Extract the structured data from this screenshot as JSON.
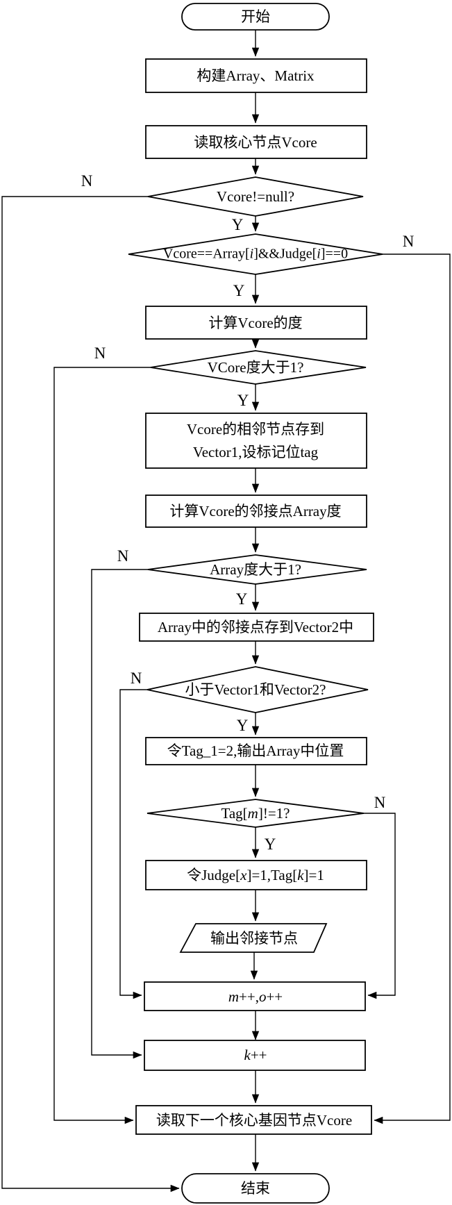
{
  "diagram": {
    "background": "#ffffff",
    "stroke_color": "#000000",
    "branch_labels": {
      "yes": "Y",
      "no": "N"
    },
    "nodes": {
      "start": {
        "type": "terminator",
        "label": "开始"
      },
      "build_array_matrix": {
        "type": "process",
        "label": "构建Array、Matrix"
      },
      "read_core_node": {
        "type": "process",
        "label": "读取核心节点Vcore"
      },
      "decision_vcore_not_null": {
        "type": "decision",
        "label": "Vcore!=null?"
      },
      "decision_vcore_match": {
        "type": "decision",
        "rich": [
          [
            "Vcore==Array[",
            false
          ],
          [
            "i",
            true
          ],
          [
            "]&&Judge[",
            false
          ],
          [
            "i",
            true
          ],
          [
            "]==0",
            false
          ]
        ]
      },
      "calc_vcore_degree": {
        "type": "process",
        "label": "计算Vcore的度"
      },
      "decision_vcore_degree": {
        "type": "decision",
        "label": "VCore度大于1?"
      },
      "store_vector1": {
        "type": "process",
        "lines": [
          "Vcore的相邻节点存到",
          "Vector1,设标记位tag"
        ]
      },
      "calc_adjacent_degree": {
        "type": "process",
        "label": "计算Vcore的邻接点Array度"
      },
      "decision_array_degree": {
        "type": "decision",
        "label": "Array度大于1?"
      },
      "store_vector2": {
        "type": "process",
        "label": "Array中的邻接点存到Vector2中"
      },
      "decision_less_than_vectors": {
        "type": "decision",
        "label": "小于Vector1和Vector2?"
      },
      "set_tag1_output": {
        "type": "process",
        "label": "令Tag_1=2,输出Array中位置"
      },
      "decision_tag_m": {
        "type": "decision",
        "rich": [
          [
            "Tag[",
            false
          ],
          [
            "m",
            true
          ],
          [
            "]!=1?",
            false
          ]
        ]
      },
      "set_judge_tag": {
        "type": "process",
        "rich": [
          [
            "令Judge[",
            false
          ],
          [
            "x",
            true
          ],
          [
            "]=1,Tag[",
            false
          ],
          [
            "k",
            true
          ],
          [
            "]=1",
            false
          ]
        ]
      },
      "output_adjacent": {
        "type": "io",
        "label": "输出邻接节点"
      },
      "increment_m_o": {
        "type": "process",
        "rich": [
          [
            "m",
            true
          ],
          [
            "++,",
            false
          ],
          [
            "o",
            true
          ],
          [
            "++",
            false
          ]
        ]
      },
      "increment_k": {
        "type": "process",
        "rich": [
          [
            "k",
            true
          ],
          [
            "++",
            false
          ]
        ]
      },
      "read_next_core": {
        "type": "process",
        "label": "读取下一个核心基因节点Vcore"
      },
      "end": {
        "type": "terminator",
        "label": "结束"
      }
    }
  }
}
